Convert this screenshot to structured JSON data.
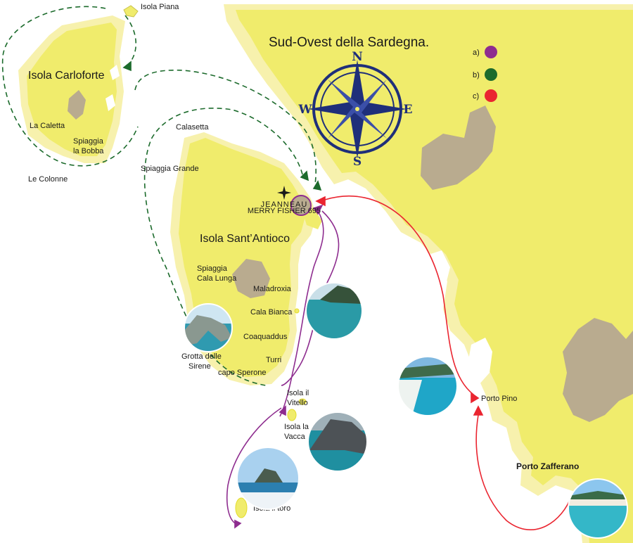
{
  "title": "Sud-Ovest della Sardegna.",
  "compass": {
    "n": "N",
    "s": "S",
    "e": "E",
    "w": "W"
  },
  "legend": [
    {
      "label": "a)",
      "color": "#8e2d8f"
    },
    {
      "label": "b)",
      "color": "#1c6b2c"
    },
    {
      "label": "c)",
      "color": "#ea2530"
    }
  ],
  "logo": {
    "brand": "JEANNEAU",
    "model": "MERRY FISHER 695"
  },
  "places": {
    "isola_piana": "Isola Piana",
    "isola_carloforte": "Isola Carloforte",
    "la_caletta": "La Caletta",
    "spiaggia_la_bobba_1": "Spiaggia",
    "spiaggia_la_bobba_2": "la Bobba",
    "le_colonne": "Le Colonne",
    "calasetta": "Calasetta",
    "spiaggia_grande": "Spiaggia Grande",
    "isola_sant_antioco": "Isola Sant’Antioco",
    "spiaggia_cala_lunga_1": "Spiaggia",
    "spiaggia_cala_lunga_2": "Cala Lunga",
    "maladroxia": "Maladroxia",
    "cala_bianca": "Cala  Bianca",
    "coaquaddus": "Coaquaddus",
    "turri": "Turri",
    "capo_sperone": "capo Sperone",
    "grotta_delle_sirene_1": "Grotta delle",
    "grotta_delle_sirene_2": "Sirene",
    "isola_il_vitello_1": "Isola il",
    "isola_il_vitello_2": "Vitello",
    "isola_la_vacca_1": "Isola la",
    "isola_la_vacca_2": "Vacca",
    "isola_il_toro": "Isola il toro",
    "porto_pino": "Porto Pino",
    "porto_zafferano": "Porto Zafferano"
  },
  "photos": [
    {
      "name": "grotta-delle-sirene-photo",
      "color_sky": "#cfe6f2",
      "color_sea": "#2f9ab0",
      "color_land": "#8a9890"
    },
    {
      "name": "cala-bianca-photo",
      "color_sky": "#c9dfe8",
      "color_sea": "#2a9aa6",
      "color_land": "#36523a"
    },
    {
      "name": "isola-la-vacca-photo",
      "color_sky": "#9fb0b8",
      "color_sea": "#1f8fa0",
      "color_land": "#4d5256"
    },
    {
      "name": "isola-il-toro-photo",
      "color_sky": "#a9d1ef",
      "color_sea": "#2c7fb0",
      "color_land": "#4a5c4e"
    },
    {
      "name": "porto-pino-photo",
      "color_sky": "#7fb8e0",
      "color_sea": "#1fa6c8",
      "color_land": "#eef3f0"
    },
    {
      "name": "porto-zafferano-photo",
      "color_sky": "#8cc6ee",
      "color_sea": "#34b7c8",
      "color_land": "#f1ece0"
    }
  ],
  "colors": {
    "land": "#f0ec6c",
    "shore": "#f7f1ad",
    "interior": "#b9ab8f",
    "route_a": "#8e2d8f",
    "route_b": "#1c6b2c",
    "route_c": "#ea2530",
    "compass": "#1f2f7a"
  }
}
